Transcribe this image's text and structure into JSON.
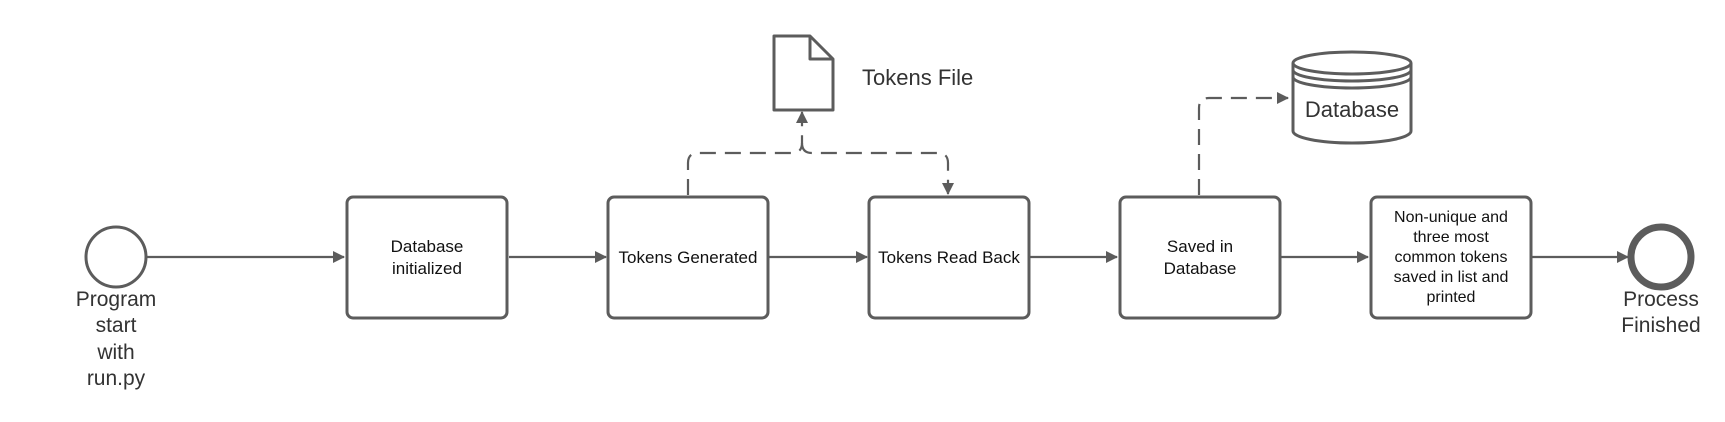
{
  "nodes": {
    "start_event": {
      "lines": [
        "Program",
        "start",
        "with",
        "run.py"
      ]
    },
    "db_initialized": {
      "lines": [
        "Database",
        "initialized"
      ]
    },
    "tokens_generated": {
      "lines": [
        "Tokens Generated"
      ]
    },
    "tokens_read_back": {
      "lines": [
        "Tokens Read Back"
      ]
    },
    "saved_in_db": {
      "lines": [
        "Saved in",
        "Database"
      ]
    },
    "non_unique": {
      "lines": [
        "Non-unique and",
        "three most",
        "common tokens",
        "saved in list and",
        "printed"
      ]
    },
    "end_event": {
      "lines": [
        "Process",
        "Finished"
      ]
    }
  },
  "artifacts": {
    "tokens_file": {
      "label": "Tokens File",
      "icon": "document-icon"
    },
    "database": {
      "label": "Database",
      "icon": "database-cylinder-icon"
    }
  },
  "edges": [
    {
      "from": "start_event",
      "to": "db_initialized",
      "style": "solid"
    },
    {
      "from": "db_initialized",
      "to": "tokens_generated",
      "style": "solid"
    },
    {
      "from": "tokens_generated",
      "to": "tokens_read_back",
      "style": "solid"
    },
    {
      "from": "tokens_read_back",
      "to": "saved_in_db",
      "style": "solid"
    },
    {
      "from": "saved_in_db",
      "to": "non_unique",
      "style": "solid"
    },
    {
      "from": "non_unique",
      "to": "end_event",
      "style": "solid"
    },
    {
      "from": "tokens_generated",
      "to": "tokens_file",
      "style": "dashed"
    },
    {
      "from": "tokens_file",
      "to": "tokens_read_back",
      "style": "dashed"
    },
    {
      "from": "saved_in_db",
      "to": "database",
      "style": "dashed"
    }
  ],
  "colors": {
    "stroke": "#5c5c5c",
    "text": "#111111",
    "background": "#ffffff"
  }
}
